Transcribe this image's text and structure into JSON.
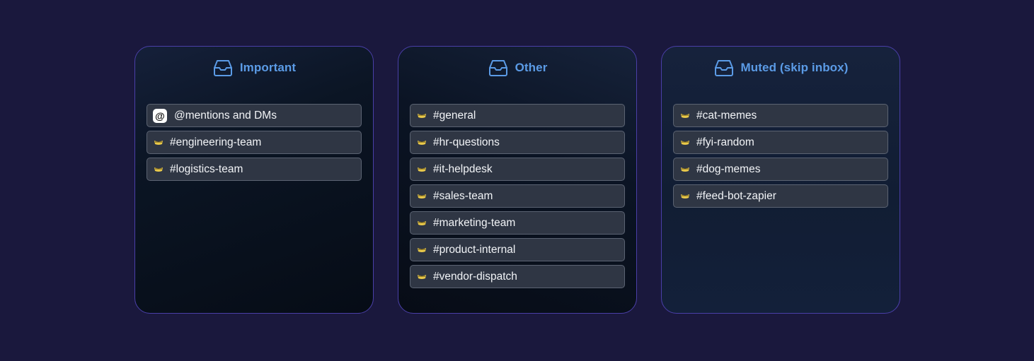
{
  "columns": [
    {
      "title": "Important",
      "icon": "inbox-tray-icon",
      "items": [
        {
          "label": "@mentions and DMs",
          "icon": "at-sign-icon"
        },
        {
          "label": "#engineering-team",
          "icon": "slack-channel-icon"
        },
        {
          "label": "#logistics-team",
          "icon": "slack-channel-icon"
        }
      ]
    },
    {
      "title": "Other",
      "icon": "inbox-tray-icon",
      "items": [
        {
          "label": "#general",
          "icon": "slack-channel-icon"
        },
        {
          "label": "#hr-questions",
          "icon": "slack-channel-icon"
        },
        {
          "label": "#it-helpdesk",
          "icon": "slack-channel-icon"
        },
        {
          "label": "#sales-team",
          "icon": "slack-channel-icon"
        },
        {
          "label": "#marketing-team",
          "icon": "slack-channel-icon"
        },
        {
          "label": "#product-internal",
          "icon": "slack-channel-icon"
        },
        {
          "label": "#vendor-dispatch",
          "icon": "slack-channel-icon"
        }
      ]
    },
    {
      "title": "Muted (skip inbox)",
      "icon": "inbox-tray-icon",
      "items": [
        {
          "label": "#cat-memes",
          "icon": "slack-channel-icon"
        },
        {
          "label": "#fyi-random",
          "icon": "slack-channel-icon"
        },
        {
          "label": "#dog-memes",
          "icon": "slack-channel-icon"
        },
        {
          "label": "#feed-bot-zapier",
          "icon": "slack-channel-icon"
        }
      ]
    }
  ],
  "colors": {
    "background": "#1a183d",
    "column_border": "#4a3fa8",
    "title": "#5b9be6",
    "row_bg": "#2f3644",
    "row_border": "#5b6372",
    "channel_icon": "#e8c84a"
  }
}
